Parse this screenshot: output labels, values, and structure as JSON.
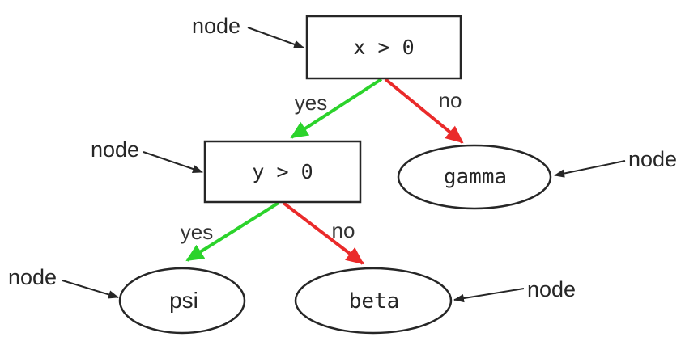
{
  "diagram": {
    "type": "decision-tree",
    "annotation_label": "node",
    "colors": {
      "yes_edge": "#2bd32b",
      "no_edge": "#ea2a2a",
      "outline": "#262626"
    },
    "nodes": {
      "root": {
        "label": "x > 0",
        "shape": "rectangle"
      },
      "child": {
        "label": "y > 0",
        "shape": "rectangle"
      },
      "gamma": {
        "label": "gamma",
        "shape": "ellipse"
      },
      "psi": {
        "label": "psi",
        "shape": "ellipse"
      },
      "beta": {
        "label": "beta",
        "shape": "ellipse"
      }
    },
    "edges": [
      {
        "from": "x > 0",
        "to": "y > 0",
        "label": "yes",
        "color": "green"
      },
      {
        "from": "x > 0",
        "to": "gamma",
        "label": "no",
        "color": "red"
      },
      {
        "from": "y > 0",
        "to": "psi",
        "label": "yes",
        "color": "green"
      },
      {
        "from": "y > 0",
        "to": "beta",
        "label": "no",
        "color": "red"
      }
    ]
  }
}
